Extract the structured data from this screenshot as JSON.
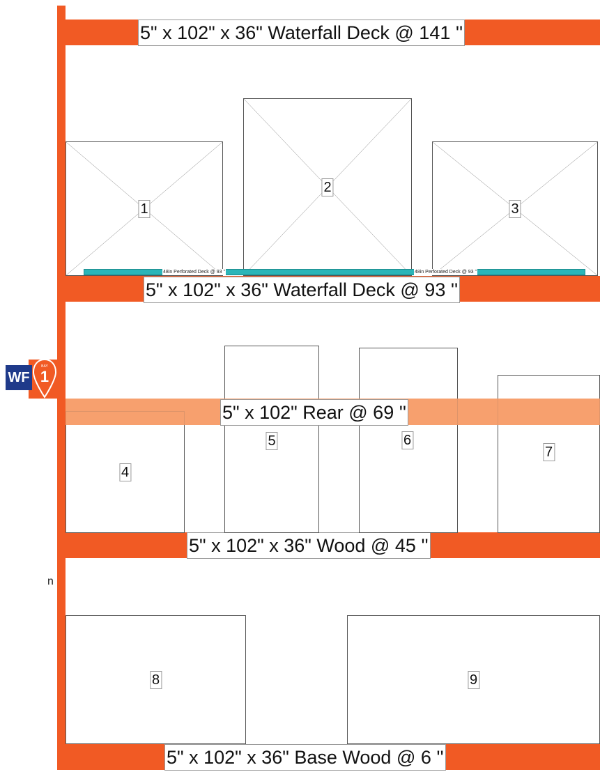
{
  "colors": {
    "beam": "#f15a24",
    "rear_beam": "#f7a06e",
    "deck": "#2bb5b8",
    "badge_blue": "#1f3a8a"
  },
  "beams": [
    {
      "label": "5\" x 102\" x 36\" Waterfall Deck @ 141 ''"
    },
    {
      "label": "5\" x 102\" x 36\" Waterfall Deck @ 93 ''"
    },
    {
      "label": "5\" x 102\" Rear @ 69 ''"
    },
    {
      "label": "5\" x 102\" x 36\" Wood @ 45 ''"
    },
    {
      "label": "5\" x 102\" x 36\" Base Wood @ 6 ''"
    }
  ],
  "decks": [
    {
      "label": "48in Perforated Deck @ 93 ''"
    },
    {
      "label": "48in Perforated Deck @ 93 ''"
    }
  ],
  "boxes": [
    "1",
    "2",
    "3",
    "4",
    "5",
    "6",
    "7",
    "8",
    "9"
  ],
  "badge": {
    "text": "WF",
    "number": "1",
    "small_text": "BAY",
    "icon": "location-pin-icon"
  },
  "stray_text": "n"
}
